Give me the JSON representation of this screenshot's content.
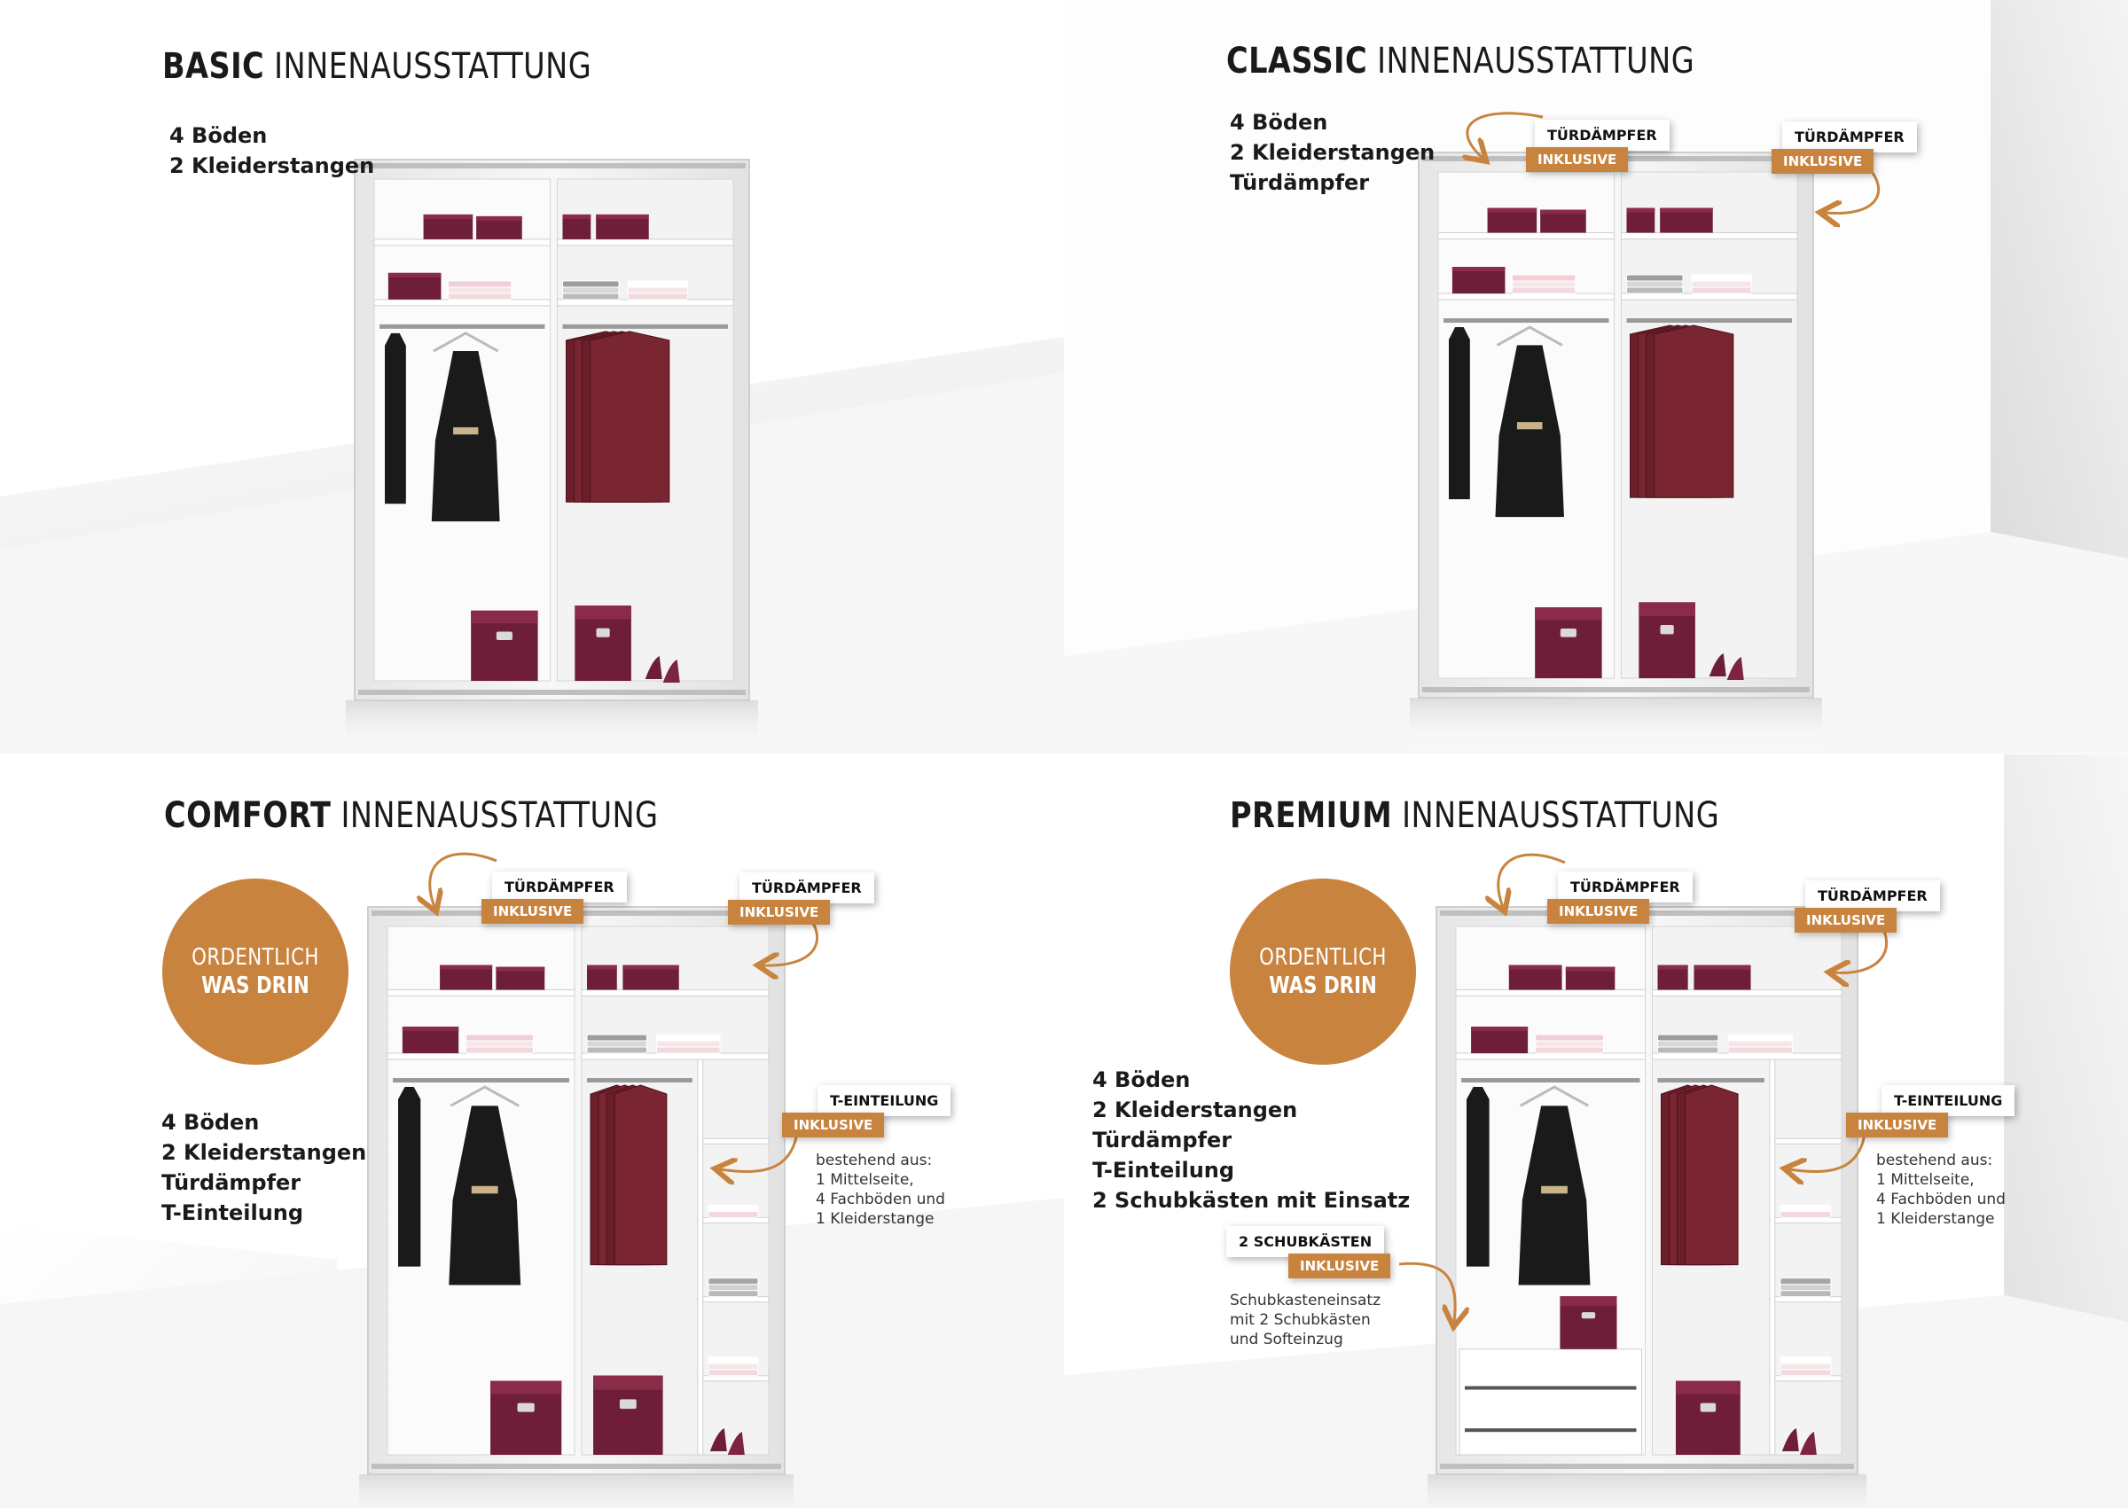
{
  "panels": [
    {
      "title_strong": "BASIC",
      "title_light": "INNENAUSSTATTUNG",
      "features": [
        "4 Böden",
        "2 Kleiderstangen"
      ],
      "callouts": []
    },
    {
      "title_strong": "CLASSIC",
      "title_light": "INNENAUSSTATTUNG",
      "features": [
        "4 Böden",
        "2 Kleiderstangen",
        "Türdämpfer"
      ],
      "callouts": [
        {
          "label": "TÜRDÄMPFER",
          "inclusive": "INKLUSIVE"
        },
        {
          "label": "TÜRDÄMPFER",
          "inclusive": "INKLUSIVE"
        }
      ]
    },
    {
      "title_strong": "COMFORT",
      "title_light": "INNENAUSSTATTUNG",
      "badge": {
        "line1": "ORDENTLICH",
        "line2": "WAS DRIN"
      },
      "features": [
        "4 Böden",
        "2 Kleiderstangen",
        "Türdämpfer",
        "T-Einteilung"
      ],
      "callouts": [
        {
          "label": "TÜRDÄMPFER",
          "inclusive": "INKLUSIVE"
        },
        {
          "label": "TÜRDÄMPFER",
          "inclusive": "INKLUSIVE"
        },
        {
          "label": "T-EINTEILUNG",
          "inclusive": "INKLUSIVE",
          "description": [
            "bestehend aus:",
            "1 Mittelseite,",
            "4 Fachböden und",
            "1 Kleiderstange"
          ]
        }
      ]
    },
    {
      "title_strong": "PREMIUM",
      "title_light": "INNENAUSSTATTUNG",
      "badge": {
        "line1": "ORDENTLICH",
        "line2": "WAS DRIN"
      },
      "features": [
        "4 Böden",
        "2 Kleiderstangen",
        "Türdämpfer",
        "T-Einteilung",
        "2 Schubkästen mit Einsatz"
      ],
      "callouts": [
        {
          "label": "TÜRDÄMPFER",
          "inclusive": "INKLUSIVE"
        },
        {
          "label": "TÜRDÄMPFER",
          "inclusive": "INKLUSIVE"
        },
        {
          "label": "T-EINTEILUNG",
          "inclusive": "INKLUSIVE",
          "description": [
            "bestehend aus:",
            "1 Mittelseite,",
            "4 Fachböden und",
            "1 Kleiderstange"
          ]
        },
        {
          "label": "2 SCHUBKÄSTEN",
          "inclusive": "INKLUSIVE",
          "description": [
            "Schubkasteneinsatz",
            "mit 2 Schubkästen",
            "und Softeinzug"
          ]
        }
      ]
    }
  ],
  "colors": {
    "accent": "#c8843e",
    "box": "#6e1e38",
    "garment_dark": "#1a1a1a",
    "garment_red": "#6a1f2b",
    "text": "#1a1a1a"
  }
}
